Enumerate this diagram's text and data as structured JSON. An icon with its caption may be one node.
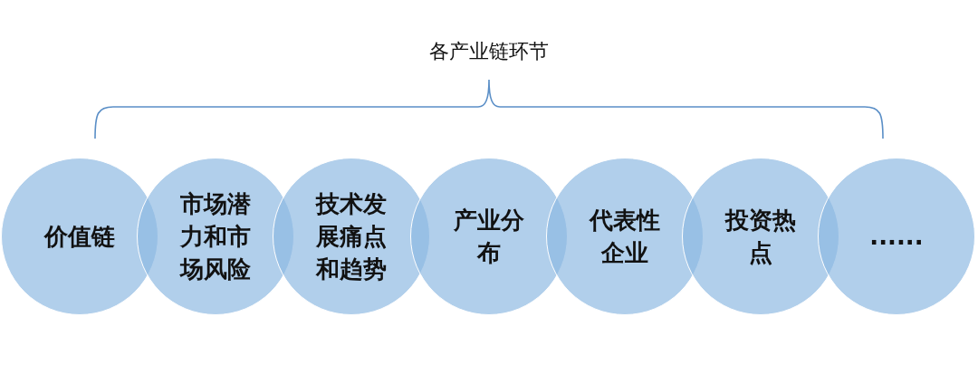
{
  "diagram": {
    "title": "各产业链环节",
    "nodes": [
      {
        "text": [
          "价值链"
        ]
      },
      {
        "text": [
          "市场潜力和市场风险"
        ]
      },
      {
        "text": [
          "技术发展痛点和趋势"
        ]
      },
      {
        "text": [
          "产业分布"
        ]
      },
      {
        "text": [
          "代表性企业"
        ]
      },
      {
        "text": [
          "投资热点"
        ]
      },
      {
        "text": [
          "......"
        ]
      }
    ]
  }
}
